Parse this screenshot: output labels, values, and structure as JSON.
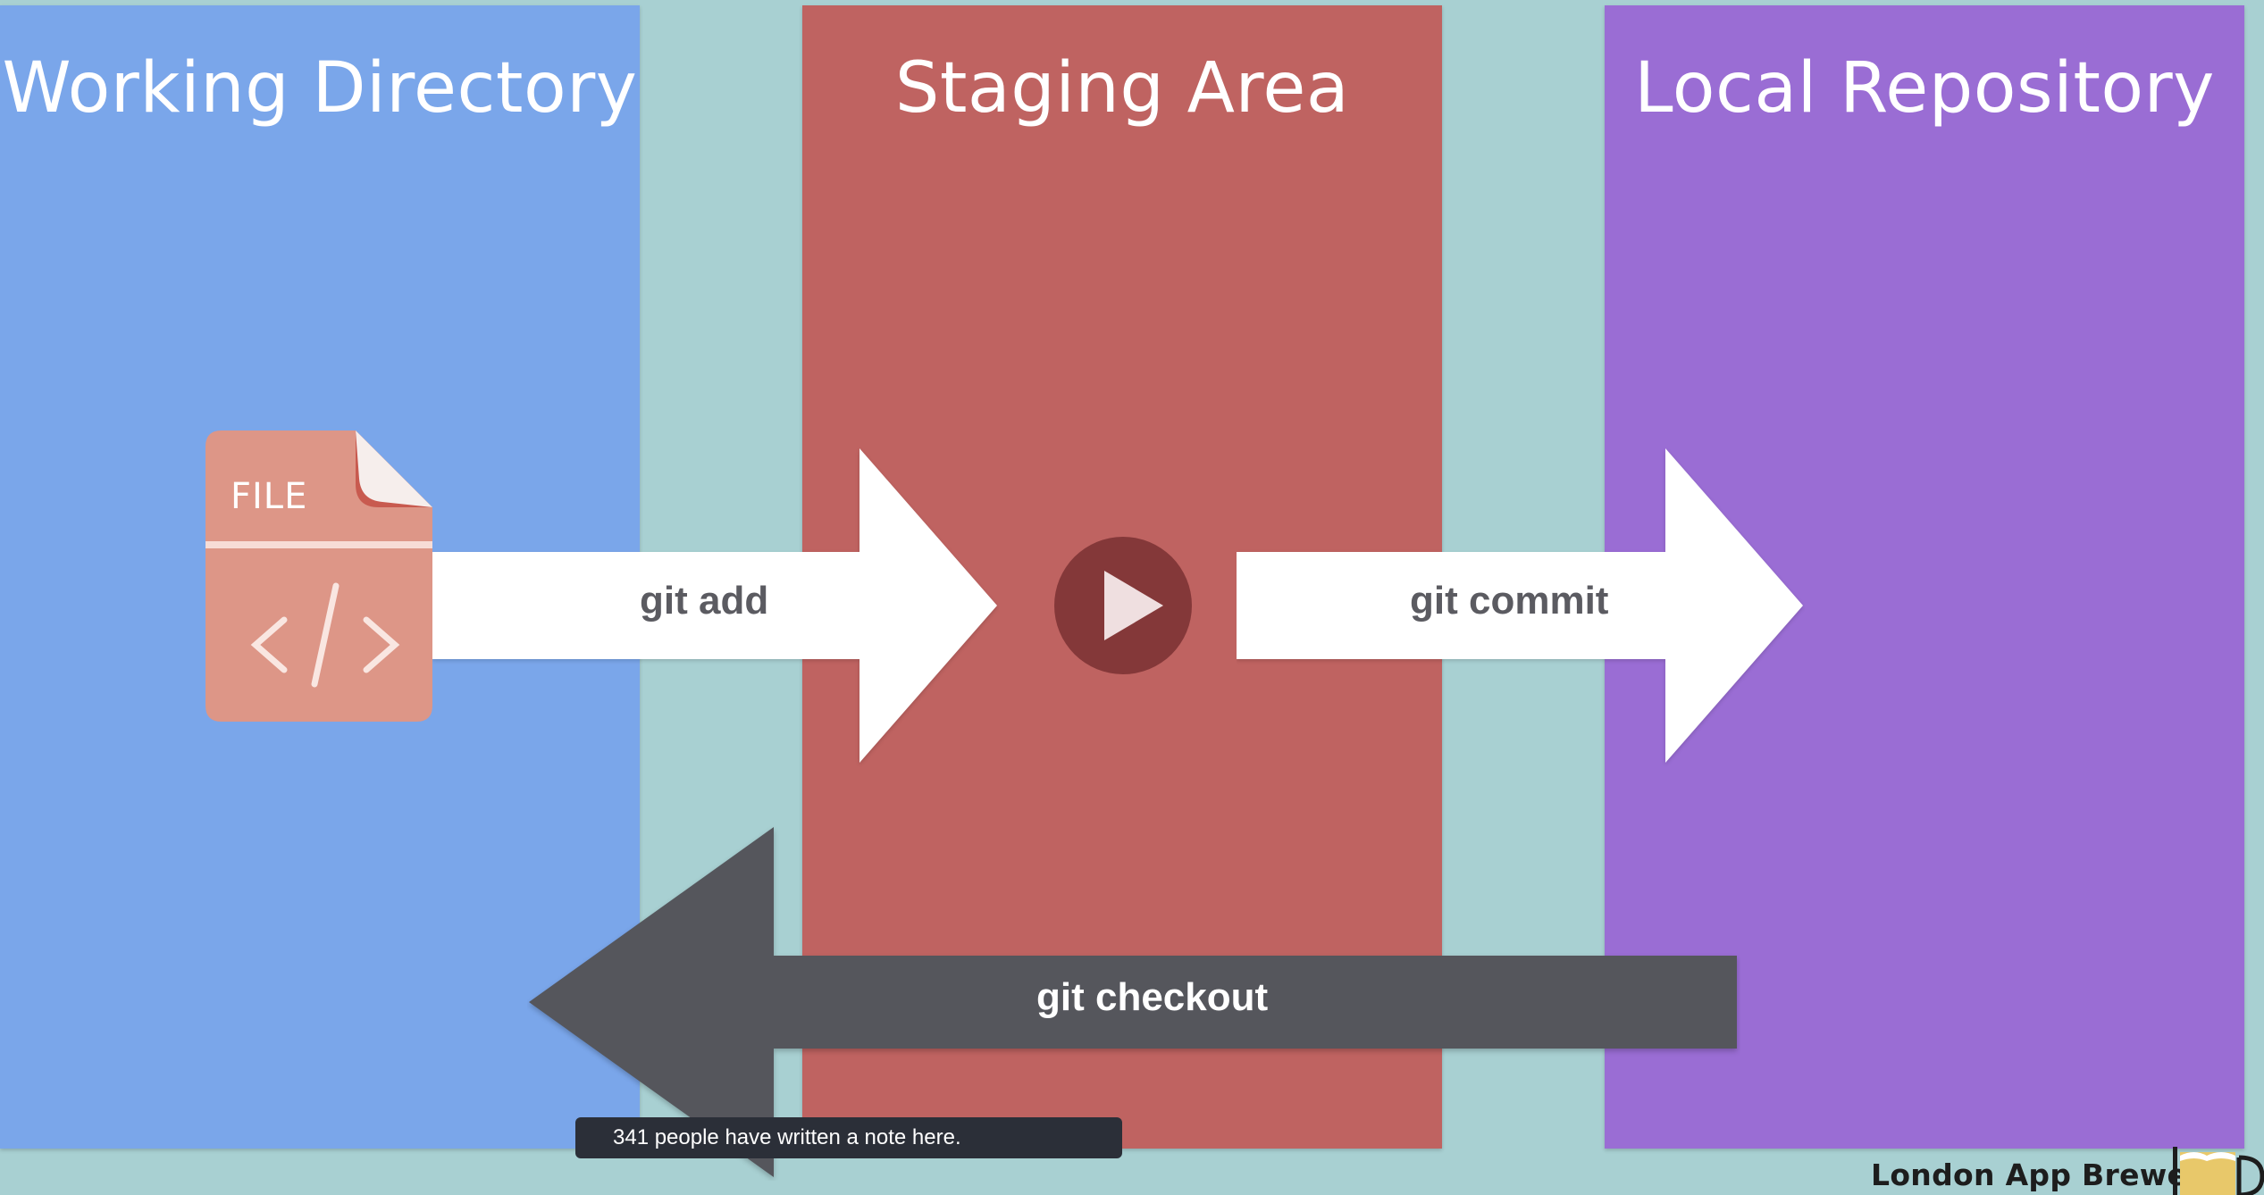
{
  "panels": {
    "working_directory": {
      "title": "Working Directory"
    },
    "staging_area": {
      "title": "Staging Area"
    },
    "local_repository": {
      "title": "Local Repository"
    }
  },
  "file_icon": {
    "label": "FILE",
    "glyph": "code-icon"
  },
  "arrows": {
    "add": {
      "label": "git add",
      "direction": "right"
    },
    "commit": {
      "label": "git commit",
      "direction": "right"
    },
    "checkout": {
      "label": "git checkout",
      "direction": "left"
    }
  },
  "video": {
    "play_icon": "play-icon"
  },
  "note": {
    "text": "341 people have written a note here."
  },
  "brand": {
    "text": "London App Brewery",
    "logo_icon": "beer-glass-logo-icon"
  },
  "colors": {
    "background": "#a8d0d2",
    "working_directory": "#7aa6ea",
    "staging_area": "#bf6361",
    "local_repository": "#9a6dd4",
    "forward_arrow": "#ffffff",
    "checkout_arrow": "#55565c",
    "file_icon": "#dd9687"
  }
}
